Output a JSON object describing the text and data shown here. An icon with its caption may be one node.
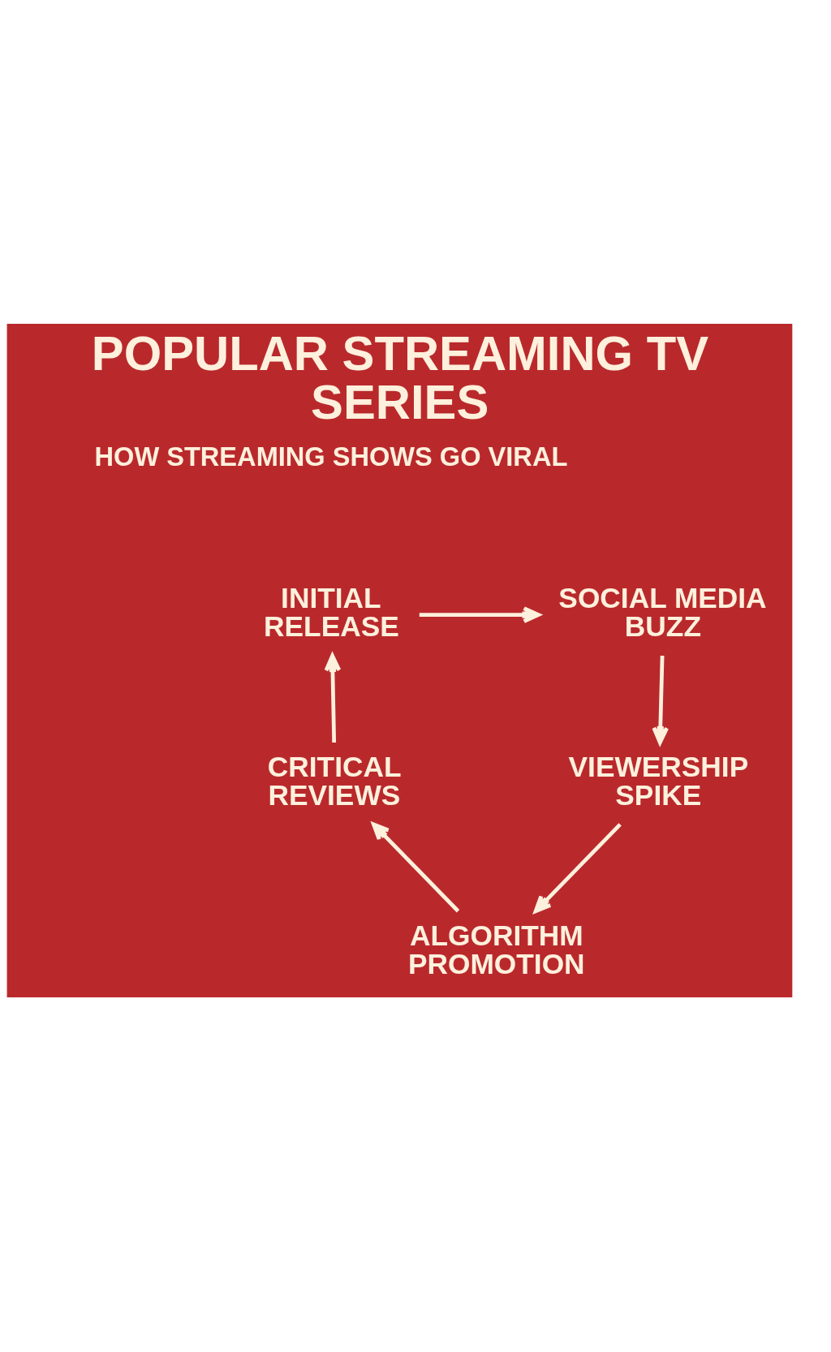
{
  "diagram": {
    "title": "POPULAR STREAMING TV SERIES",
    "nodes": [
      {
        "text": [
          "INITIAL RELEASE"
        ]
      },
      {
        "text": [
          "SOCIAL MEDIA BUZZ"
        ]
      },
      {
        "text": [
          "VIEWERSHIP SPIKE"
        ]
      },
      {
        "text": [
          "ALGORITHM PROMOTION"
        ]
      },
      {
        "text": [
          "CRITICAL REVIEWS"
        ]
      }
    ],
    "edges": [
      {
        "from": 0,
        "to": 1,
        "arrow": "to"
      },
      {
        "from": 1,
        "to": 2,
        "arrow": "to"
      },
      {
        "from": 2,
        "to": 3,
        "arrow": "to"
      },
      {
        "from": 3,
        "to": 4,
        "arrow": "to"
      },
      {
        "from": 4,
        "to": 0,
        "arrow": "to"
      }
    ],
    "labels": [
      "HOW STREAMING SHOWS GO VIRAL"
    ]
  }
}
